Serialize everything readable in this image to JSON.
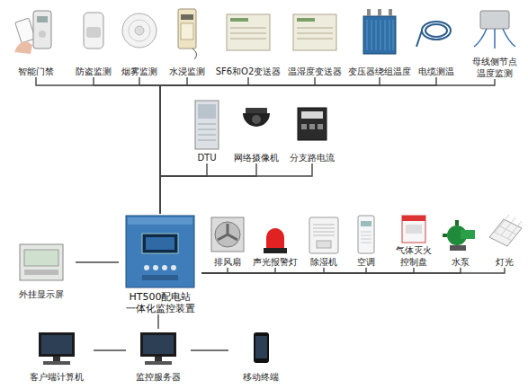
{
  "diagram": {
    "nodes": [
      {
        "text": [
          "智能门禁"
        ]
      },
      {
        "text": [
          "防盗监测"
        ]
      },
      {
        "text": [
          "烟雾监测"
        ]
      },
      {
        "text": [
          "水浸监测"
        ]
      },
      {
        "text": [
          "SF6和O2变送器"
        ]
      },
      {
        "text": [
          "温湿度变送器"
        ]
      },
      {
        "text": [
          "变压器绕组温度"
        ]
      },
      {
        "text": [
          "电缆测温"
        ]
      },
      {
        "text": [
          "母线侧节点 温度监测"
        ]
      },
      {
        "text": [
          "DTU"
        ]
      },
      {
        "text": [
          "网络摄像机"
        ]
      },
      {
        "text": [
          "分支路电流"
        ]
      },
      {
        "text": [
          "排风扇"
        ]
      },
      {
        "text": [
          "声光报警灯"
        ]
      },
      {
        "text": [
          "除湿机"
        ]
      },
      {
        "text": [
          "空调"
        ]
      },
      {
        "text": [
          "气体灭火 控制盘"
        ]
      },
      {
        "text": [
          "水泵"
        ]
      },
      {
        "text": [
          "灯光"
        ]
      },
      {
        "text": [
          "外挂显示屏"
        ]
      },
      {
        "text": [
          "HT500配电站 一体化监控装置"
        ]
      },
      {
        "text": [
          "客户端计算机"
        ]
      },
      {
        "text": [
          "监控服务器"
        ]
      },
      {
        "text": [
          "移动终端"
        ]
      }
    ],
    "edges": [
      {
        "from": 20,
        "to": 0,
        "arrow": "none"
      },
      {
        "from": 20,
        "to": 1,
        "arrow": "none"
      },
      {
        "from": 20,
        "to": 2,
        "arrow": "none"
      },
      {
        "from": 20,
        "to": 3,
        "arrow": "none"
      },
      {
        "from": 20,
        "to": 4,
        "arrow": "none"
      },
      {
        "from": 20,
        "to": 5,
        "arrow": "none"
      },
      {
        "from": 20,
        "to": 6,
        "arrow": "none"
      },
      {
        "from": 20,
        "to": 7,
        "arrow": "none"
      },
      {
        "from": 20,
        "to": 8,
        "arrow": "none"
      },
      {
        "from": 20,
        "to": 9,
        "arrow": "none"
      },
      {
        "from": 20,
        "to": 10,
        "arrow": "none"
      },
      {
        "from": 20,
        "to": 11,
        "arrow": "none"
      },
      {
        "from": 20,
        "to": 12,
        "arrow": "none"
      },
      {
        "from": 20,
        "to": 13,
        "arrow": "none"
      },
      {
        "from": 20,
        "to": 14,
        "arrow": "none"
      },
      {
        "from": 20,
        "to": 15,
        "arrow": "none"
      },
      {
        "from": 20,
        "to": 16,
        "arrow": "none"
      },
      {
        "from": 20,
        "to": 17,
        "arrow": "none"
      },
      {
        "from": 20,
        "to": 18,
        "arrow": "none"
      },
      {
        "from": 20,
        "to": 19,
        "arrow": "none"
      },
      {
        "from": 20,
        "to": 22,
        "arrow": "none"
      },
      {
        "from": 22,
        "to": 21,
        "arrow": "none"
      },
      {
        "from": 22,
        "to": 23,
        "arrow": "none"
      }
    ]
  }
}
